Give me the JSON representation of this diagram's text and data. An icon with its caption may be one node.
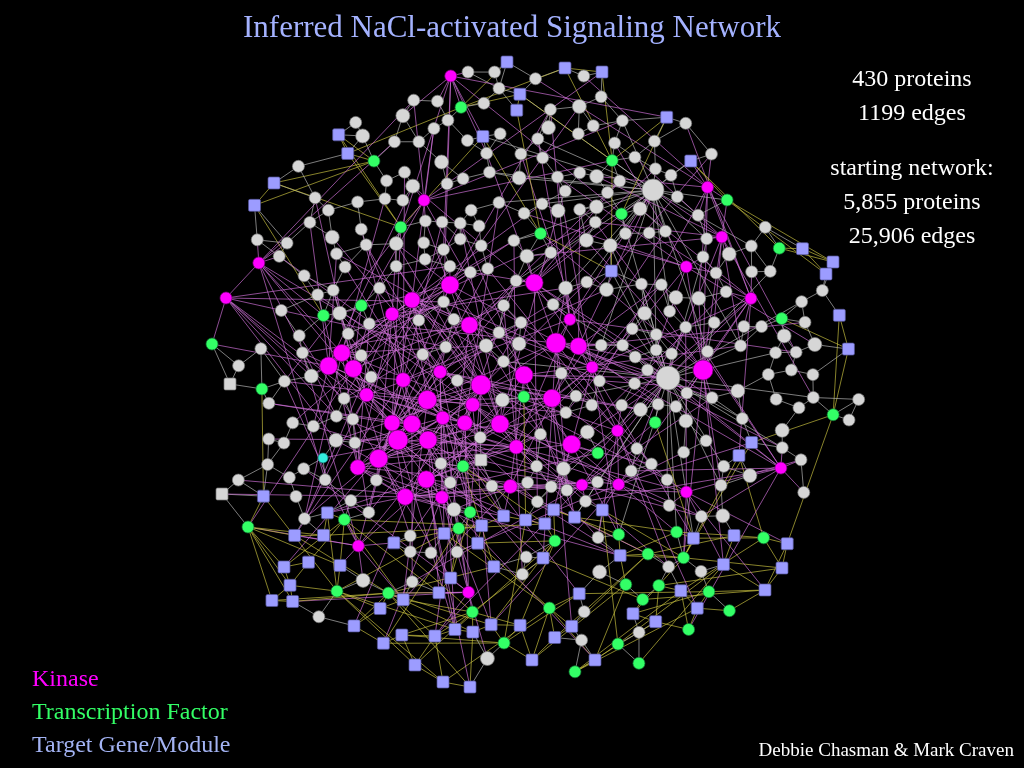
{
  "diagram": {
    "title": "Inferred NaCl-activated Signaling Network",
    "labels": [
      "430 proteins",
      "1199 edges",
      "starting network:",
      "5,855 proteins",
      "25,906 edges",
      "Debbie Chasman & Mark Craven"
    ],
    "legend": [
      {
        "text": "Kinase",
        "color": "#ff00ff"
      },
      {
        "text": "Transcription Factor",
        "color": "#33ff66"
      },
      {
        "text": "Target Gene/Module",
        "color": "#a3b3f3"
      }
    ]
  }
}
